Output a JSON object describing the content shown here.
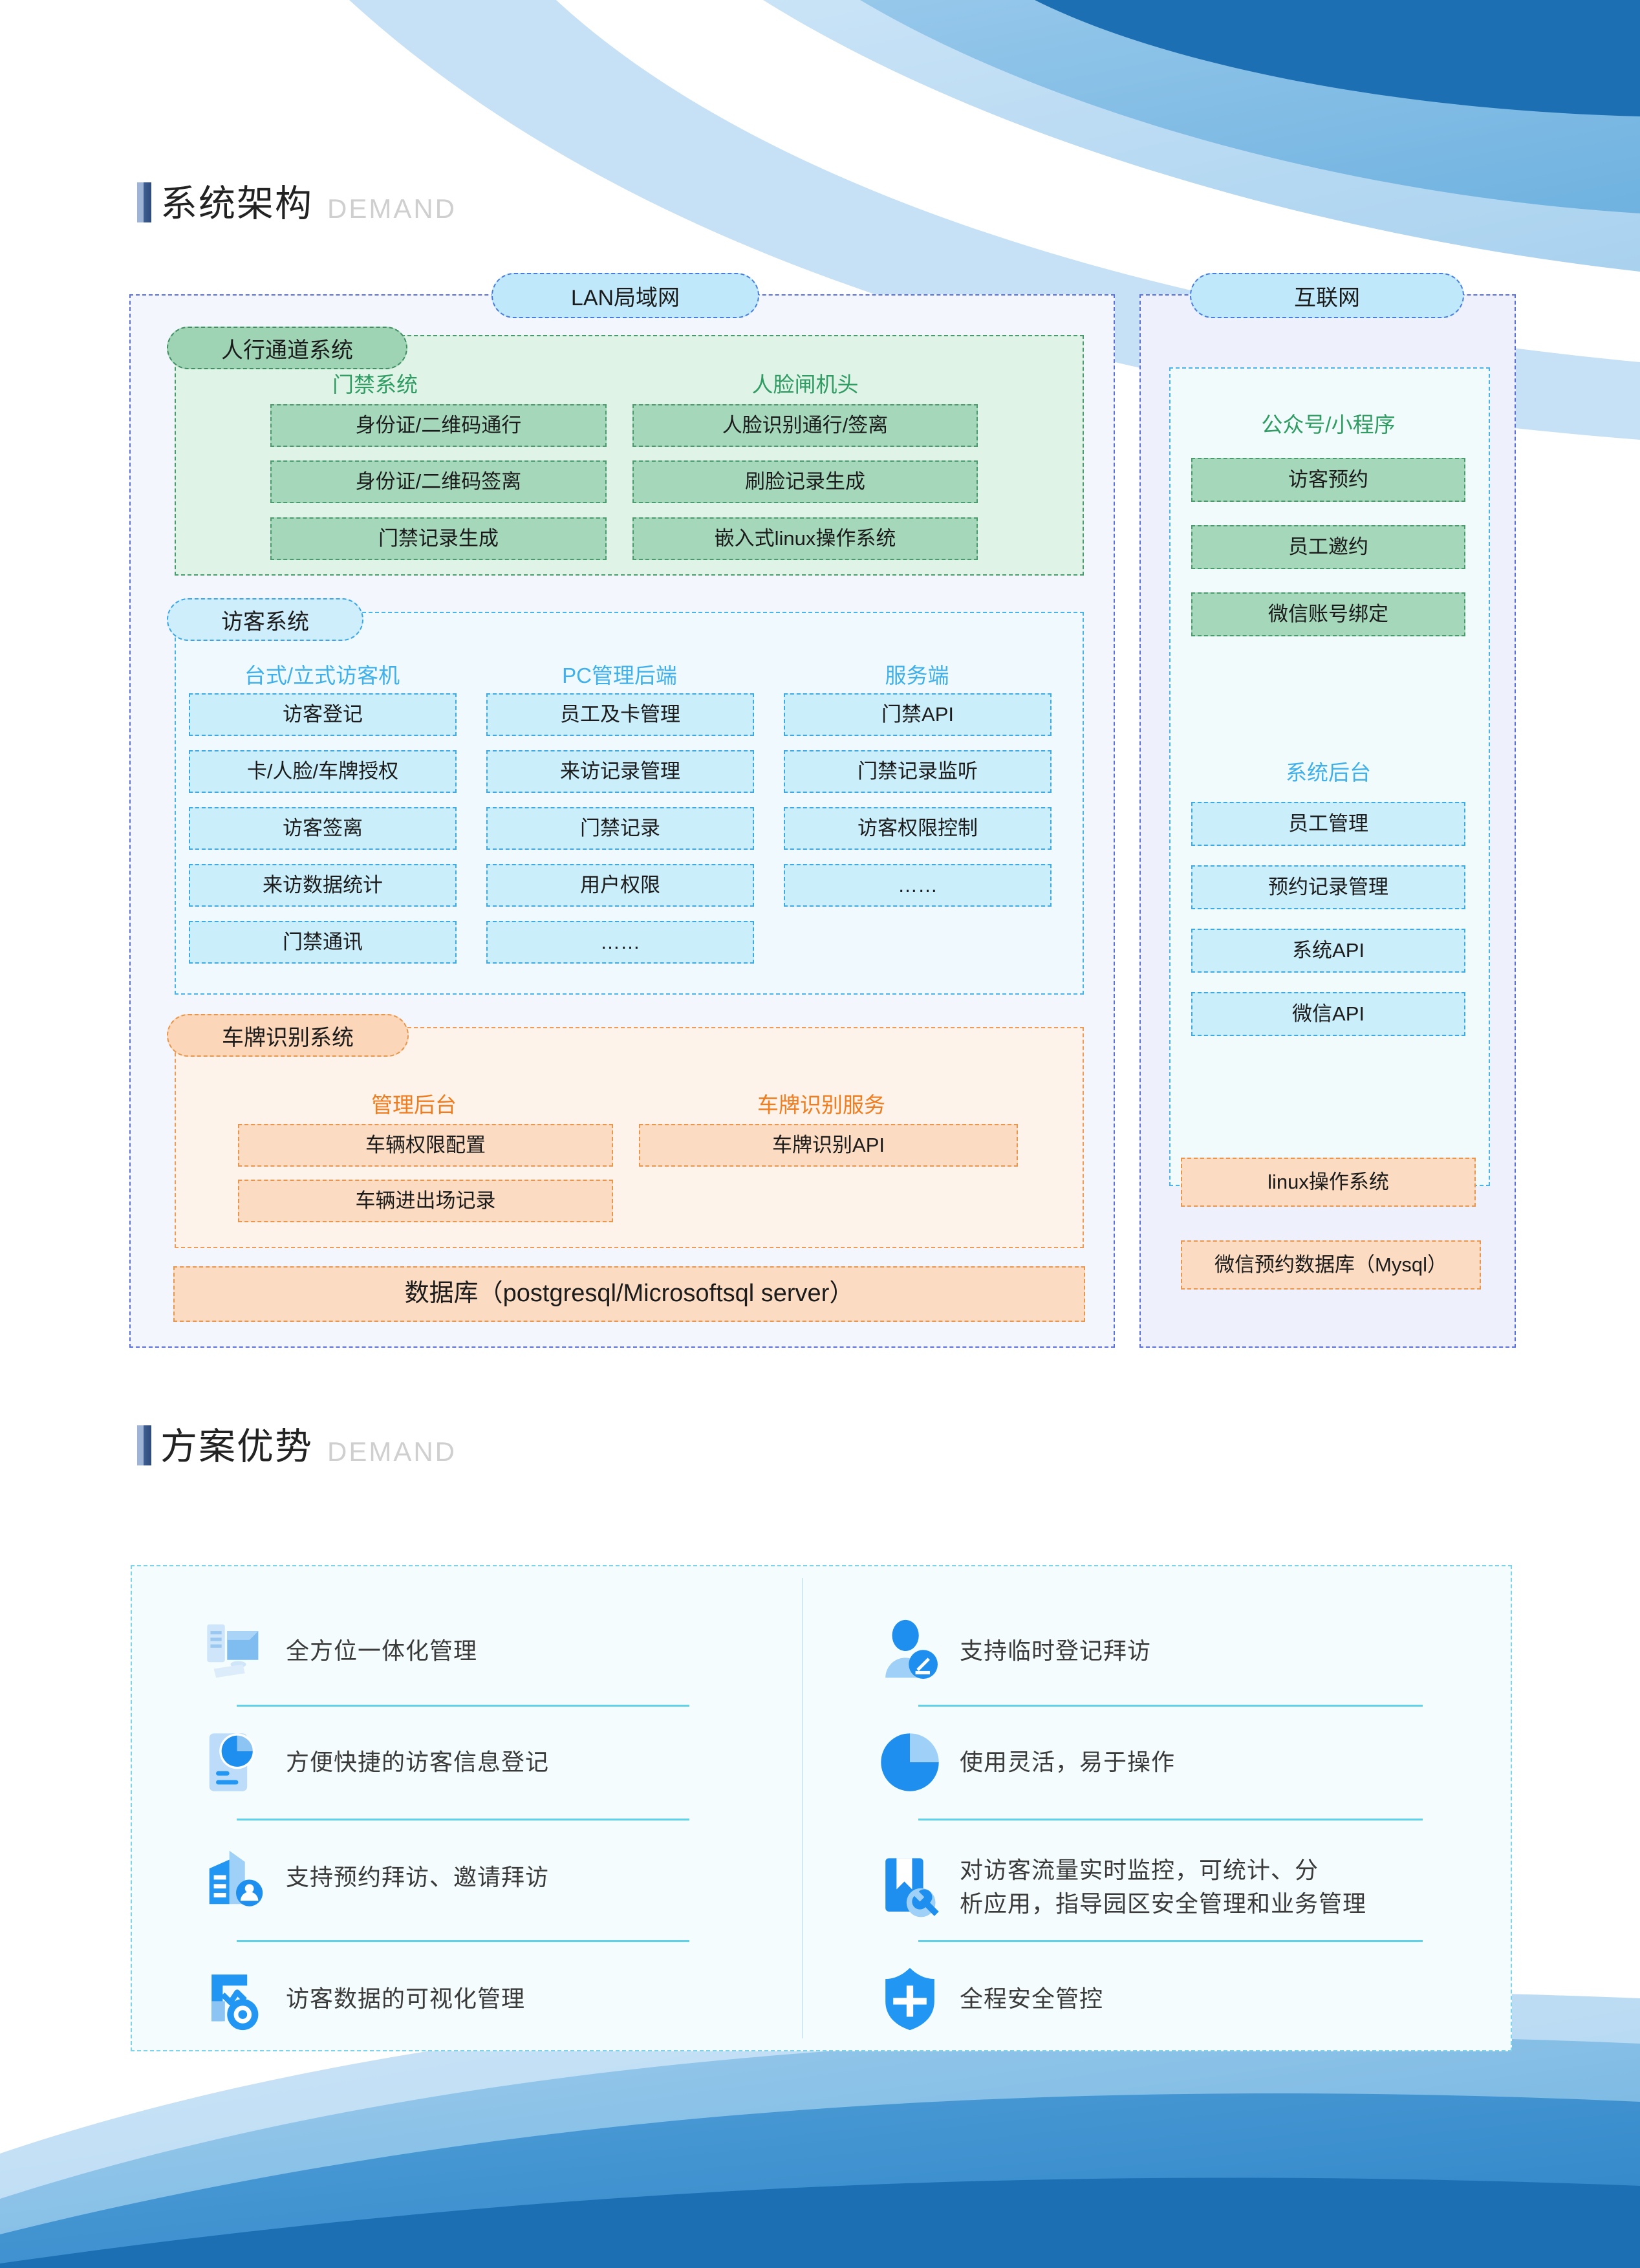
{
  "sections": [
    {
      "cn": "系统架构",
      "en": "DEMAND"
    },
    {
      "cn": "方案优势",
      "en": "DEMAND"
    }
  ],
  "architecture": {
    "lan_label": "LAN局域网",
    "internet_label": "互联网",
    "pedestrian": {
      "title": "人行通道系统",
      "columns": [
        {
          "header": "门禁系统",
          "items": [
            "身份证/二维码通行",
            "身份证/二维码签离",
            "门禁记录生成"
          ]
        },
        {
          "header": "人脸闸机头",
          "items": [
            "人脸识别通行/签离",
            "刷脸记录生成",
            "嵌入式linux操作系统"
          ]
        }
      ]
    },
    "visitor": {
      "title": "访客系统",
      "columns": [
        {
          "header": "台式/立式访客机",
          "items": [
            "访客登记",
            "卡/人脸/车牌授权",
            "访客签离",
            "来访数据统计",
            "门禁通讯"
          ]
        },
        {
          "header": "PC管理后端",
          "items": [
            "员工及卡管理",
            "来访记录管理",
            "门禁记录",
            "用户权限",
            "……"
          ]
        },
        {
          "header": "服务端",
          "items": [
            "门禁API",
            "门禁记录监听",
            "访客权限控制",
            "……"
          ]
        }
      ]
    },
    "plate": {
      "title": "车牌识别系统",
      "columns": [
        {
          "header": "管理后台",
          "items": [
            "车辆权限配置",
            "车辆进出场记录"
          ]
        },
        {
          "header": "车牌识别服务",
          "items": [
            "车牌识别API"
          ]
        }
      ]
    },
    "database_label": "数据库（postgresql/Microsoftsql server）",
    "internet": {
      "wechat": {
        "header": "公众号/小程序",
        "items": [
          "访客预约",
          "员工邀约",
          "微信账号绑定"
        ]
      },
      "backend": {
        "header": "系统后台",
        "items": [
          "员工管理",
          "预约记录管理",
          "系统API",
          "微信API"
        ]
      },
      "infra": [
        "linux操作系统",
        "微信预约数据库（Mysql）"
      ]
    }
  },
  "advantages": {
    "left": [
      {
        "icon": "desktop-computer-icon",
        "text": "全方位一体化管理"
      },
      {
        "icon": "document-pie-chart-icon",
        "text": "方便快捷的访客信息登记"
      },
      {
        "icon": "building-user-icon",
        "text": "支持预约拜访、邀请拜访"
      },
      {
        "icon": "data-visualization-icon",
        "text": "访客数据的可视化管理"
      }
    ],
    "right": [
      {
        "icon": "user-edit-icon",
        "text": "支持临时登记拜访"
      },
      {
        "icon": "pie-chart-icon",
        "text": "使用灵活，易于操作"
      },
      {
        "icon": "bookmark-wrench-icon",
        "text": "对访客流量实时监控，可统计、分\n析应用，指导园区安全管理和业务管理"
      },
      {
        "icon": "shield-icon",
        "text": "全程安全管控"
      }
    ]
  },
  "colors": {
    "green": "#9ed3b4",
    "blue": "#cbeefb",
    "orange": "#fbdcc2",
    "accent_blue": "#2196f3",
    "rule": "#5fd2e8"
  }
}
